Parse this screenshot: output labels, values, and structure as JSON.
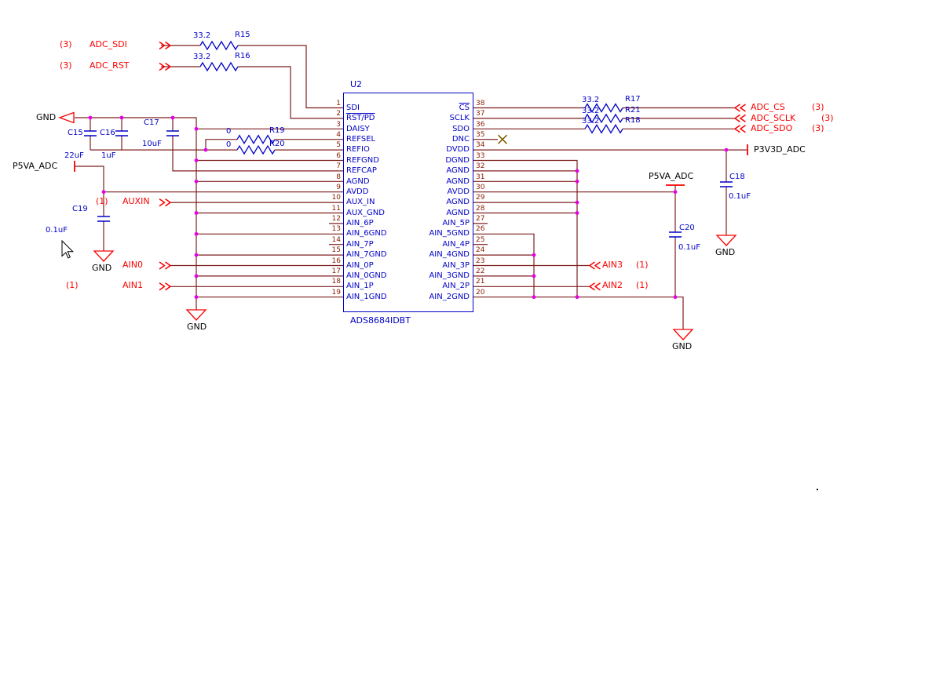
{
  "colors": {
    "wire": "#7e1e1e",
    "component": "#0000c8",
    "net_label": "#fa0000",
    "junction_dot": "#e600e6",
    "pin_number": "#8b1a00"
  },
  "chip": {
    "designator": "U2",
    "part_number": "ADS8684IDBT",
    "left_pins": [
      {
        "num": "1",
        "name": "SDI"
      },
      {
        "num": "2",
        "name": "RST/PD"
      },
      {
        "num": "3",
        "name": "DAISY"
      },
      {
        "num": "4",
        "name": "REFSEL"
      },
      {
        "num": "5",
        "name": "REFIO"
      },
      {
        "num": "6",
        "name": "REFGND"
      },
      {
        "num": "7",
        "name": "REFCAP"
      },
      {
        "num": "8",
        "name": "AGND"
      },
      {
        "num": "9",
        "name": "AVDD"
      },
      {
        "num": "10",
        "name": "AUX_IN"
      },
      {
        "num": "11",
        "name": "AUX_GND"
      },
      {
        "num": "12",
        "name": "AIN_6P"
      },
      {
        "num": "13",
        "name": "AIN_6GND"
      },
      {
        "num": "14",
        "name": "AIN_7P"
      },
      {
        "num": "15",
        "name": "AIN_7GND"
      },
      {
        "num": "16",
        "name": "AIN_0P"
      },
      {
        "num": "17",
        "name": "AIN_0GND"
      },
      {
        "num": "18",
        "name": "AIN_1P"
      },
      {
        "num": "19",
        "name": "AIN_1GND"
      }
    ],
    "right_pins": [
      {
        "num": "38",
        "name": "CS"
      },
      {
        "num": "37",
        "name": "SCLK"
      },
      {
        "num": "36",
        "name": "SDO"
      },
      {
        "num": "35",
        "name": "DNC"
      },
      {
        "num": "34",
        "name": "DVDD"
      },
      {
        "num": "33",
        "name": "DGND"
      },
      {
        "num": "32",
        "name": "AGND"
      },
      {
        "num": "31",
        "name": "AGND"
      },
      {
        "num": "30",
        "name": "AVDD"
      },
      {
        "num": "29",
        "name": "AGND"
      },
      {
        "num": "28",
        "name": "AGND"
      },
      {
        "num": "27",
        "name": "AIN_5P"
      },
      {
        "num": "26",
        "name": "AIN_5GND"
      },
      {
        "num": "25",
        "name": "AIN_4P"
      },
      {
        "num": "24",
        "name": "AIN_4GND"
      },
      {
        "num": "23",
        "name": "AIN_3P"
      },
      {
        "num": "22",
        "name": "AIN_3GND"
      },
      {
        "num": "21",
        "name": "AIN_2P"
      },
      {
        "num": "20",
        "name": "AIN_2GND"
      }
    ]
  },
  "nets": {
    "adc_sdi": {
      "prefix": "(3)",
      "name": "ADC_SDI"
    },
    "adc_rst": {
      "prefix": "(3)",
      "name": "ADC_RST"
    },
    "auxin": {
      "prefix": "(1)",
      "name": "AUXIN"
    },
    "ain0": {
      "name": "AIN0"
    },
    "ain1": {
      "prefix": "(1)",
      "name": "AIN1"
    },
    "adc_cs": {
      "name": "ADC_CS",
      "suffix": "(3)"
    },
    "adc_sclk": {
      "name": "ADC_SCLK",
      "suffix": "(3)"
    },
    "adc_sdo": {
      "name": "ADC_SDO",
      "suffix": "(3)"
    },
    "ain3": {
      "name": "AIN3",
      "suffix": "(1)"
    },
    "ain2": {
      "name": "AIN2",
      "suffix": "(1)"
    }
  },
  "power": {
    "p5va": "P5VA_ADC",
    "p3v3d": "P3V3D_ADC",
    "gnd": "GND"
  },
  "components": {
    "r15": {
      "ref": "R15",
      "value": "33.2"
    },
    "r16": {
      "ref": "R16",
      "value": "33.2"
    },
    "r17": {
      "ref": "R17",
      "value": "33.2"
    },
    "r21": {
      "ref": "R21",
      "value": "33.2"
    },
    "r18": {
      "ref": "R18",
      "value": "33.2"
    },
    "r19": {
      "ref": "R19",
      "value": "0"
    },
    "r20": {
      "ref": "R20",
      "value": "0"
    },
    "c15": {
      "ref": "C15",
      "value": "22uF"
    },
    "c16": {
      "ref": "C16",
      "value": "1uF"
    },
    "c17": {
      "ref": "C17",
      "value": "10uF"
    },
    "c19": {
      "ref": "C19",
      "value": "0.1uF"
    },
    "c18": {
      "ref": "C18",
      "value": "0.1uF"
    },
    "c20": {
      "ref": "C20",
      "value": "0.1uF"
    }
  }
}
